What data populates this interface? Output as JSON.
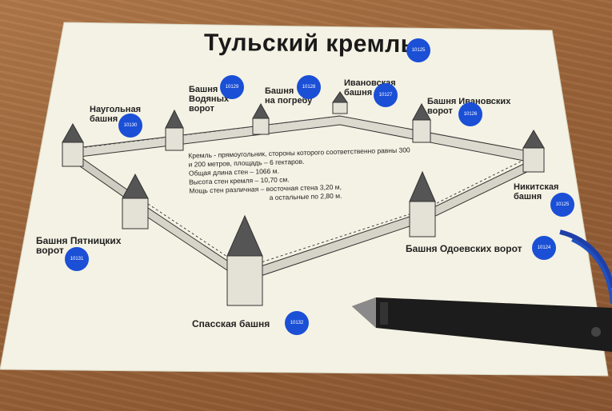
{
  "title": "Тульский кремль",
  "title_code": "10125",
  "towers": [
    {
      "name": "Наугольная\nбашня",
      "code": "10130"
    },
    {
      "name": "Башня\nВодяных\nворот",
      "code": "10129"
    },
    {
      "name": "Башня\nна погребу",
      "code": "10128"
    },
    {
      "name": "Ивановская\nбашня",
      "code": "10127"
    },
    {
      "name": "Башня Ивановских\nворот",
      "code": "10126"
    },
    {
      "name": "Никитская\nбашня",
      "code": "10125"
    },
    {
      "name": "Башня Одоевских ворот",
      "code": "10124"
    },
    {
      "name": "Спасская башня",
      "code": "10132"
    },
    {
      "name": "Башня Пятницких\nворот",
      "code": "10131"
    }
  ],
  "info_lines": [
    "Кремль - прямоугольник, стороны которого соответственно равны 300",
    "и 200 метров, площадь – 6 гектаров.",
    "Общая длина стен – 1066 м.",
    "Высота стен кремля – 10,70 см.",
    "Мощь стен различная – восточная стена 3,20 м,",
    "а остальные по 2,80 м."
  ],
  "colors": {
    "dot": "#1a4fd6",
    "paper": "#f4f2e4",
    "pen": "#1c1c1c"
  }
}
